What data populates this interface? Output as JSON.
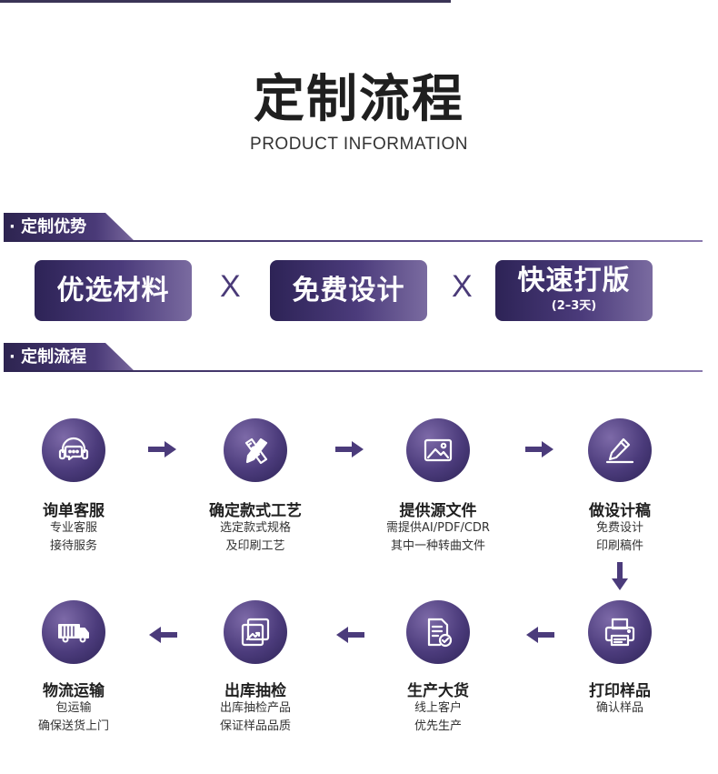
{
  "header": {
    "title": "定制流程",
    "subtitle": "PRODUCT INFORMATION"
  },
  "sections": {
    "advantages": "· 定制优势",
    "process": "· 定制流程"
  },
  "advantages": [
    {
      "label": "优选材料"
    },
    {
      "label": "免费设计"
    },
    {
      "label": "快速打版",
      "sub": "(2–3天)"
    }
  ],
  "times_symbol": "X",
  "steps": [
    {
      "title": "询单客服",
      "line1": "专业客服",
      "line2": "接待服务",
      "icon": "headset-chat-icon"
    },
    {
      "title": "确定款式工艺",
      "line1": "选定款式规格",
      "line2": "及印刷工艺",
      "icon": "pencil-ruler-icon"
    },
    {
      "title": "提供源文件",
      "line1": "需提供AI/PDF/CDR",
      "line2": "其中一种转曲文件",
      "icon": "image-file-icon"
    },
    {
      "title": "做设计稿",
      "line1": "免费设计",
      "line2": "印刷稿件",
      "icon": "pen-sign-icon"
    },
    {
      "title": "打印样品",
      "line1": "确认样品",
      "line2": "",
      "icon": "printer-icon"
    },
    {
      "title": "生产大货",
      "line1": "线上客户",
      "line2": "优先生产",
      "icon": "document-check-icon"
    },
    {
      "title": "出库抽检",
      "line1": "出库抽检产品",
      "line2": "保证样品品质",
      "icon": "inspect-box-icon"
    },
    {
      "title": "物流运输",
      "line1": "包运输",
      "line2": "确保送货上门",
      "icon": "truck-icon"
    }
  ],
  "colors": {
    "accent": "#4b3b7b",
    "accent_dark": "#2d2356",
    "accent_light": "#7a6ba0"
  }
}
